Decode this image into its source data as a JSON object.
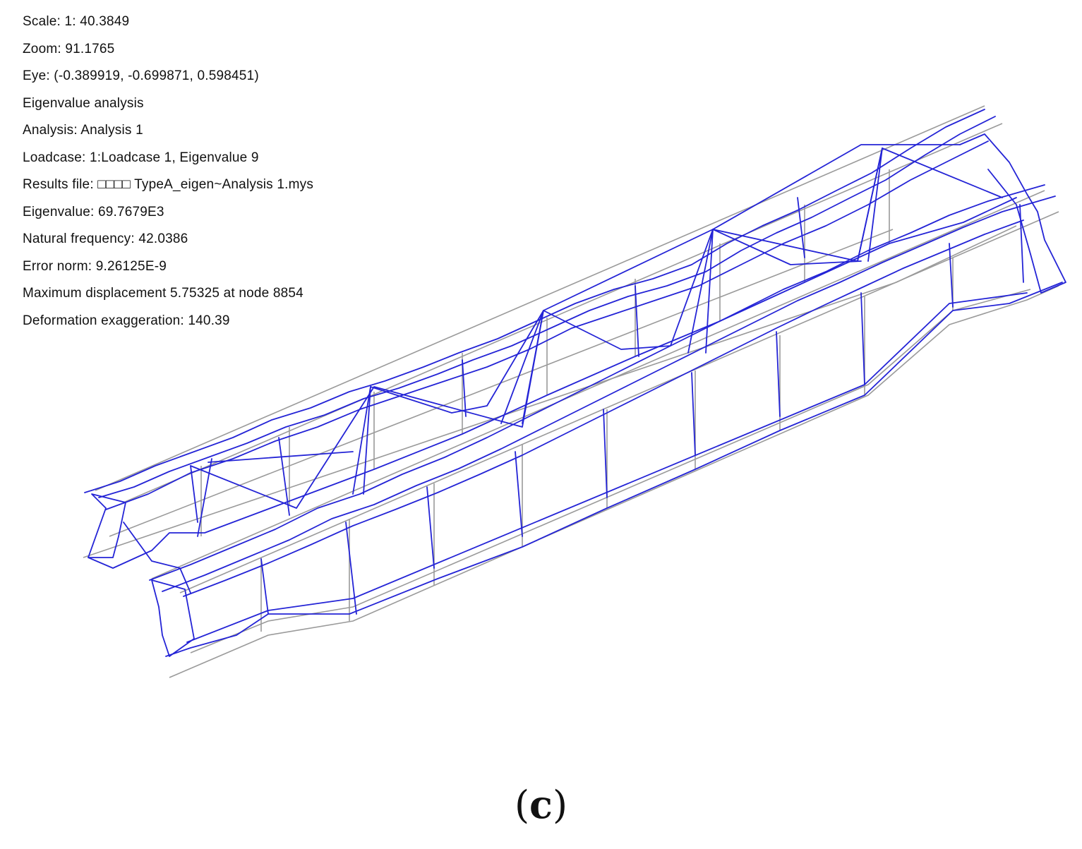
{
  "info": {
    "scale": "Scale: 1: 40.3849",
    "zoom": "Zoom: 91.1765",
    "eye": "Eye: (-0.389919, -0.699871, 0.598451)",
    "analysis_type": "Eigenvalue analysis",
    "analysis": "Analysis: Analysis 1",
    "loadcase": "Loadcase: 1:Loadcase 1, Eigenvalue 9",
    "results_file": "Results file: □□□□ TypeA_eigen~Analysis 1.mys",
    "eigenvalue": "Eigenvalue: 69.7679E3",
    "natural_frequency": "Natural frequency: 42.0386",
    "error_norm": "Error norm: 9.26125E-9",
    "max_displacement": "Maximum displacement 5.75325 at node 8854",
    "deformation_exaggeration": "Deformation exaggeration: 140.39"
  },
  "caption": {
    "open": "(",
    "letter": "c",
    "close": ")"
  },
  "colors": {
    "undeformed": "#9a9a9a",
    "deformed": "#2424d6",
    "background": "#ffffff",
    "text": "#111111"
  }
}
